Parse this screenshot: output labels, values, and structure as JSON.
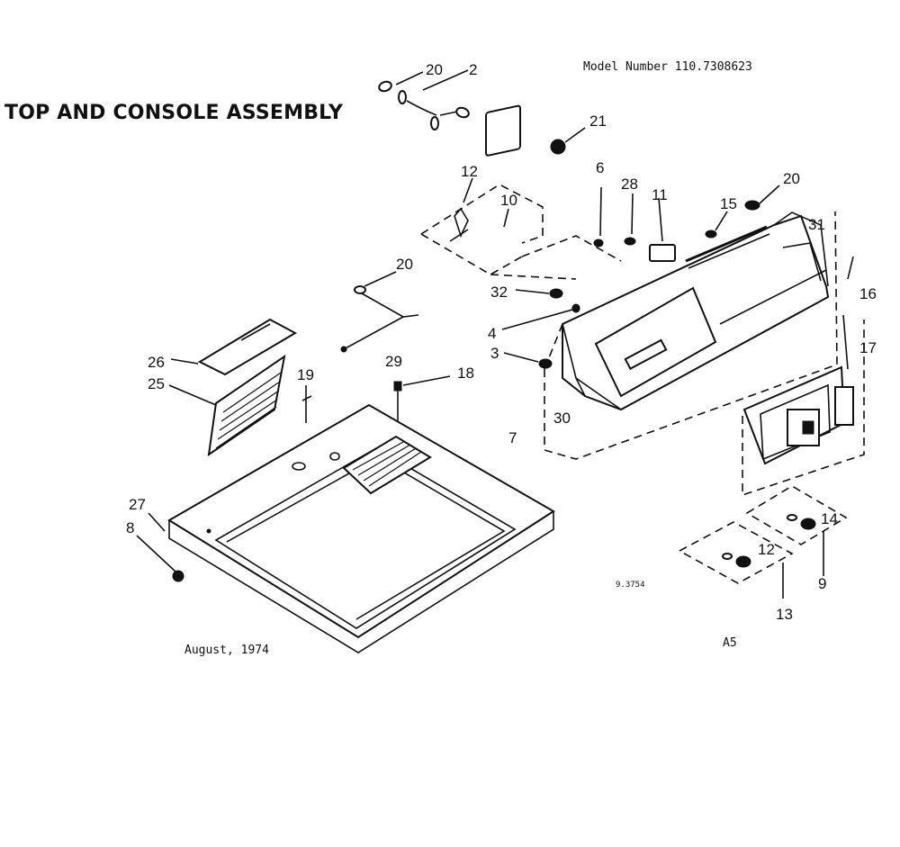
{
  "header": {
    "title": "TOP AND CONSOLE ASSEMBLY",
    "model": "Model Number 110.7308623"
  },
  "footer": {
    "date": "August, 1974",
    "page_code": "A5",
    "small_code": "9.3754"
  },
  "callouts": {
    "c20a": "20",
    "c2": "2",
    "c21": "21",
    "c12a": "12",
    "c10": "10",
    "c6": "6",
    "c28": "28",
    "c11": "11",
    "c15": "15",
    "c20b": "20",
    "c31": "31",
    "c20c": "20",
    "c32": "32",
    "c4": "4",
    "c3": "3",
    "c29": "29",
    "c18": "18",
    "c19": "19",
    "c26": "26",
    "c25": "25",
    "c16": "16",
    "c17": "17",
    "c30": "30",
    "c7": "7",
    "c27": "27",
    "c8": "8",
    "c14": "14",
    "c12b": "12",
    "c9": "9",
    "c13": "13"
  }
}
